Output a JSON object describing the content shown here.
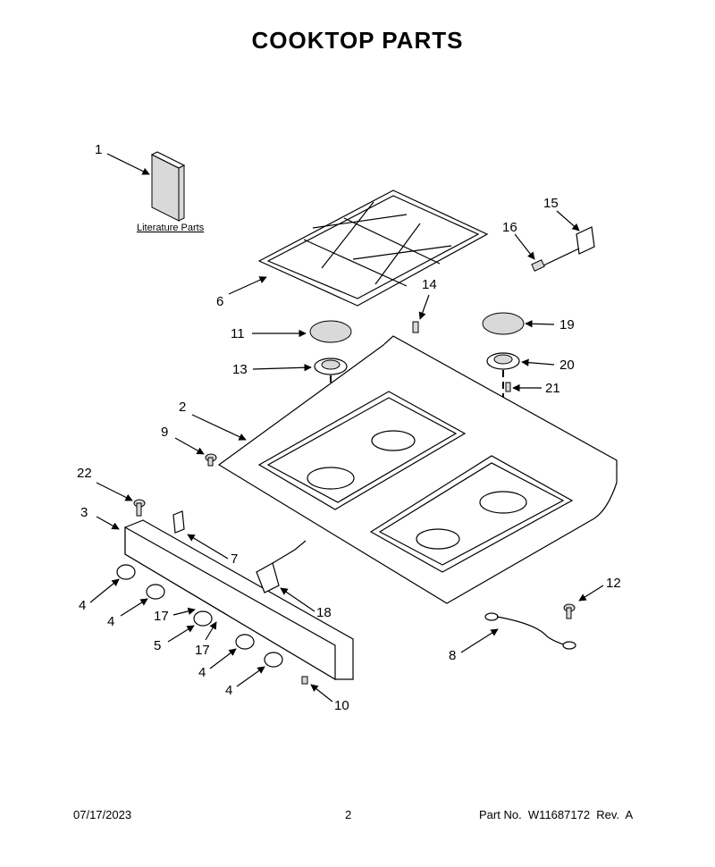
{
  "title": "COOKTOP PARTS",
  "literature_label": "Literature Parts",
  "callouts": [
    "1",
    "2",
    "3",
    "4",
    "4",
    "4",
    "4",
    "5",
    "6",
    "7",
    "8",
    "9",
    "10",
    "11",
    "12",
    "13",
    "14",
    "15",
    "16",
    "17",
    "17",
    "18",
    "19",
    "20",
    "21",
    "22"
  ],
  "footer": {
    "date": "07/17/2023",
    "page": "2",
    "part_no": "Part No.  W11687172  Rev.  A"
  }
}
